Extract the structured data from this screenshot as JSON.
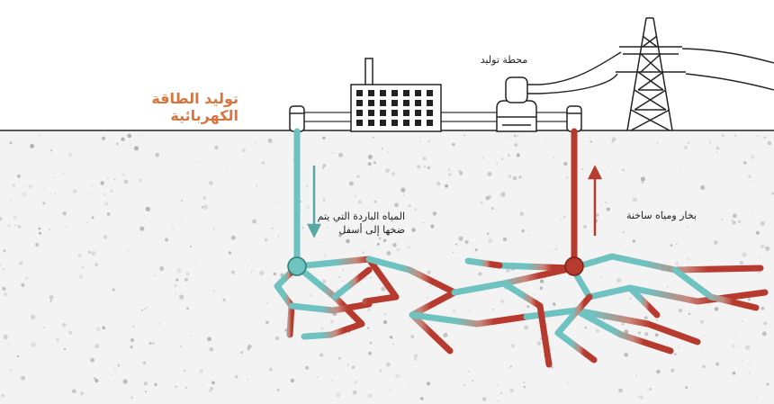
{
  "title": "توليد الطاقة الكهربائية",
  "labels": {
    "power_plant": "محطة توليد",
    "cold_water_line1": "المياه الباردة التي يتم",
    "cold_water_line2": "ضخها إلى أسفل",
    "hot_water": "بخار ومياه ساخنة"
  },
  "colors": {
    "title": "#d9743f",
    "cold_water": "#6ec3c1",
    "hot_water": "#b73a2e",
    "ground_speckle": "#8a8a8a",
    "line_art": "#222222"
  },
  "icons": {
    "building": "factory-building-icon",
    "generator": "generator-icon",
    "pylon": "transmission-tower-icon",
    "cold_arrow": "arrow-down-icon",
    "hot_arrow": "arrow-up-icon"
  }
}
